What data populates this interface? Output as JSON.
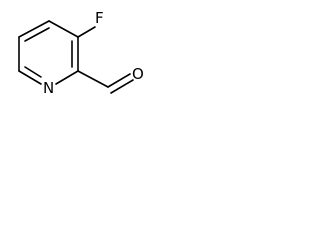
{
  "molecule": {
    "atoms": {
      "fluorine": "F",
      "nitrogen": "N",
      "oxygen": "O"
    }
  },
  "colors": {
    "bond": "#000000",
    "background": "#ffffff"
  }
}
